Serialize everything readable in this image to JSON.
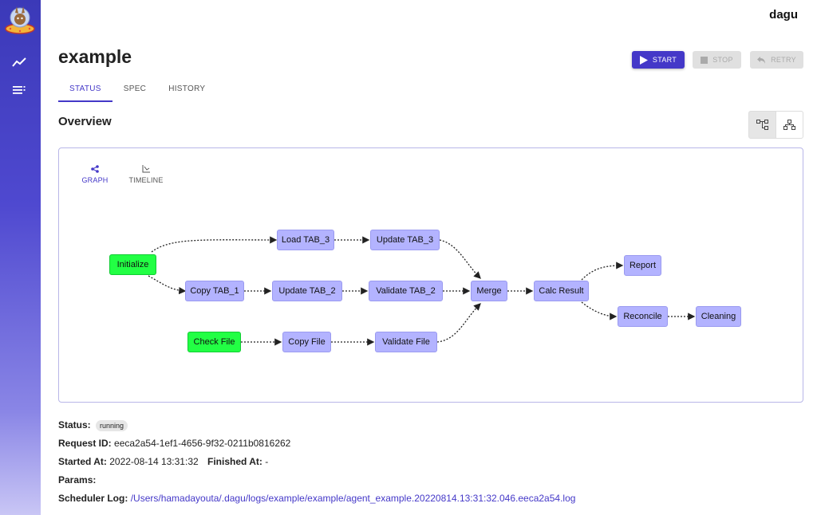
{
  "app": {
    "brand": "dagu"
  },
  "page": {
    "title": "example"
  },
  "actions": {
    "start": "START",
    "stop": "STOP",
    "retry": "RETRY"
  },
  "tabs": [
    {
      "label": "STATUS",
      "active": true
    },
    {
      "label": "SPEC",
      "active": false
    },
    {
      "label": "HISTORY",
      "active": false
    }
  ],
  "overview": {
    "title": "Overview"
  },
  "view_tabs": {
    "graph": "GRAPH",
    "timeline": "TIMELINE"
  },
  "graph": {
    "nodes": {
      "initialize": "Initialize",
      "load_tab3": "Load TAB_3",
      "update_tab3": "Update TAB_3",
      "copy_tab1": "Copy TAB_1",
      "update_tab2": "Update TAB_2",
      "validate_tab2": "Validate TAB_2",
      "merge": "Merge",
      "calc_result": "Calc Result",
      "report": "Report",
      "reconcile": "Reconcile",
      "cleaning": "Cleaning",
      "check_file": "Check File",
      "copy_file": "Copy File",
      "validate_file": "Validate File"
    }
  },
  "details": {
    "status_label": "Status:",
    "status_value": "running",
    "request_id_label": "Request ID:",
    "request_id_value": "eeca2a54-1ef1-4656-9f32-0211b0816262",
    "started_label": "Started At:",
    "started_value": "2022-08-14 13:31:32",
    "finished_label": "Finished At:",
    "finished_value": "-",
    "params_label": "Params:",
    "scheduler_log_label": "Scheduler Log:",
    "scheduler_log_value": "/Users/hamadayouta/.dagu/logs/example/example/agent_example.20220814.13:31:32.046.eeca2a54.log"
  },
  "colors": {
    "accent": "#4438c8",
    "node_running": "#22ff44",
    "node_pending": "#b3b3ff"
  },
  "icons": {
    "sidebar": [
      "chart-line-icon",
      "list-icon"
    ],
    "start": "play-icon",
    "stop": "stop-icon",
    "retry": "retry-icon"
  }
}
